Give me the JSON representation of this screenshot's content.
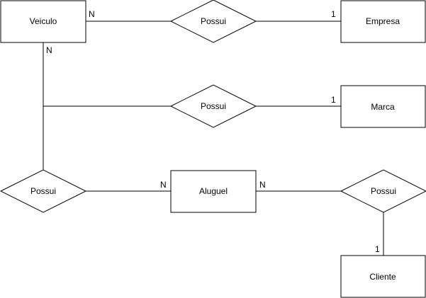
{
  "entities": {
    "veiculo": "Veiculo",
    "empresa": "Empresa",
    "marca": "Marca",
    "aluguel": "Aluguel",
    "cliente": "Cliente"
  },
  "relationships": {
    "veiculo_empresa": "Possui",
    "veiculo_marca": "Possui",
    "veiculo_aluguel": "Possui",
    "aluguel_cliente": "Possui"
  },
  "cardinalities": {
    "veiculo_to_empresa_veiculo_side": "N",
    "veiculo_to_empresa_empresa_side": "1",
    "veiculo_down": "N",
    "marca_side": "1",
    "aluguel_left": "N",
    "aluguel_right": "N",
    "cliente_side": "1"
  }
}
